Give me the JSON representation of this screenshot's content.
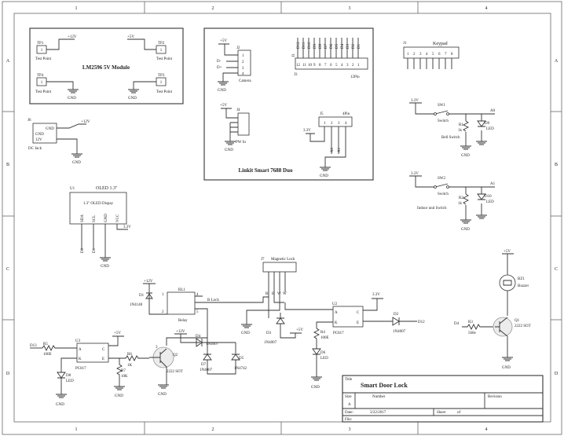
{
  "frame": {
    "cols": [
      "1",
      "2",
      "3",
      "4"
    ],
    "rows": [
      "A",
      "B",
      "C",
      "D"
    ]
  },
  "lm2596": {
    "title": "LM2596 5V Module",
    "tp1": {
      "ref": "TP1",
      "pin": "1",
      "net": "+12V",
      "label": "Test Point"
    },
    "tp2": {
      "ref": "TP2",
      "pin": "1",
      "net": "+5V",
      "label": "Test Point"
    },
    "tp3": {
      "ref": "TP3",
      "pin": "1",
      "net": "GND",
      "label": "Test Point"
    },
    "tp4": {
      "ref": "TP4",
      "pin": "1",
      "net": "GND",
      "label": "Test Point"
    }
  },
  "dc_jack": {
    "ref": "J6",
    "label": "DC Jack",
    "pins": [
      "GND",
      "GND",
      "12V"
    ],
    "net": "+12V",
    "gnd": "GND"
  },
  "oled": {
    "ref": "U1",
    "title": "OLED 1.3\"",
    "subtitle": "1.3\" OLED Dispay",
    "pins": [
      "SDA",
      "SCL",
      "GND",
      "VCC"
    ],
    "nets": [
      "D0",
      "D1"
    ],
    "net_vcc": "3.3V",
    "gnd": "GND"
  },
  "linkit": {
    "title": "Linkit Smart 7688 Duo",
    "j2": {
      "ref": "J2",
      "label": "Camera",
      "pins": [
        "1",
        "2",
        "3",
        "4"
      ],
      "nets": [
        "+5V",
        "D-",
        "D+",
        "GND"
      ]
    },
    "j3": {
      "ref": "J3",
      "label": "12Pin",
      "top": [
        "D12",
        "D11",
        "D10",
        "D9",
        "D8",
        "D7",
        "D6",
        "D5",
        "D4",
        "D3",
        "D2",
        "D1"
      ],
      "bottom": [
        "12",
        "11",
        "10",
        "9",
        "8",
        "7",
        "6",
        "5",
        "4",
        "3",
        "2",
        "1"
      ]
    },
    "j4": {
      "ref": "J4",
      "label": "PW In",
      "nets": [
        "+5V",
        "GND"
      ]
    },
    "j5": {
      "ref": "J5",
      "label": "4Pin",
      "pins": [
        "1",
        "2",
        "3",
        "4"
      ],
      "nets": [
        "3.3V",
        "A0",
        "A1",
        "GND"
      ]
    }
  },
  "keypad": {
    "ref": "J1",
    "label": "Keypad",
    "pins": [
      "1",
      "2",
      "3",
      "4",
      "5",
      "6",
      "7",
      "8"
    ]
  },
  "bell": {
    "switch": {
      "ref": "SW1",
      "label": "Switch"
    },
    "net": "3.3V",
    "out": "A0",
    "resistor": {
      "ref": "R1",
      "value": "1k"
    },
    "led": {
      "ref": "D9",
      "label": "LED"
    },
    "caption": "Bell Switch",
    "gnd": "GND"
  },
  "indoor": {
    "switch": {
      "ref": "SW2",
      "label": "Switch"
    },
    "net": "3.3V",
    "out": "A1",
    "resistor": {
      "ref": "R2",
      "value": "1k"
    },
    "led": {
      "ref": "D10",
      "label": "LED"
    },
    "caption": "Indoor unit Switch",
    "gnd": "GND"
  },
  "magnetic_lock": {
    "ref": "J7",
    "label": "Magnetic Lock",
    "pins": [
      "B",
      "B",
      "W",
      "W"
    ]
  },
  "relay": {
    "ref": "RL1",
    "label": "Relay",
    "pins": [
      "1",
      "2",
      "3",
      "4",
      "5"
    ],
    "net": "+12V",
    "net_out": "B Lock",
    "diode": {
      "ref": "D1",
      "value": "1N4148"
    }
  },
  "driver": {
    "d4": {
      "ref": "D4",
      "value": "1N4007"
    },
    "d7": {
      "ref": "D7",
      "value": "1N4007"
    },
    "d5": {
      "ref": "D5",
      "value": "1N4742"
    },
    "q2": {
      "ref": "Q2",
      "value": "2222 SOT"
    },
    "net": "+12V",
    "gnd": "GND"
  },
  "u3": {
    "ref": "U3",
    "value": "PC817",
    "in_net": "D13",
    "r5": {
      "ref": "R5",
      "value": "100E"
    },
    "r6": {
      "ref": "R6",
      "value": "1K"
    },
    "r7": {
      "ref": "R7",
      "value": "10K"
    },
    "led": {
      "ref": "D8",
      "label": "LED"
    },
    "net": "+5V",
    "pins": [
      "A",
      "K",
      "C",
      "E"
    ],
    "gnd": "GND"
  },
  "u2": {
    "ref": "U2",
    "value": "PC817",
    "net": "3.3V",
    "out": "D12",
    "d2": {
      "ref": "D2",
      "value": "1N4007"
    },
    "d3": {
      "ref": "D3",
      "value": "1N4007"
    },
    "r4": {
      "ref": "R4",
      "value": "100E"
    },
    "led": {
      "ref": "D6",
      "label": "LED"
    },
    "net5": "+5V",
    "pins": [
      "A",
      "K",
      "C",
      "E"
    ],
    "gnd": "GND"
  },
  "buzzer": {
    "ref": "BZ1",
    "label": "Buzzer",
    "net": "+5V",
    "in_net": "D4",
    "r3": {
      "ref": "R3",
      "value": "560e"
    },
    "q1": {
      "ref": "Q1",
      "value": "2222 SOT"
    },
    "gnd": "GND"
  },
  "title_block": {
    "title_label": "Title",
    "title": "Smart Door Lock",
    "size_label": "Size",
    "size": "A",
    "number_label": "Number",
    "revision_label": "Revision",
    "date_label": "Date:",
    "date": "3/22/2017",
    "sheet_label": "Sheet",
    "of_label": "of",
    "file_label": "File:"
  }
}
